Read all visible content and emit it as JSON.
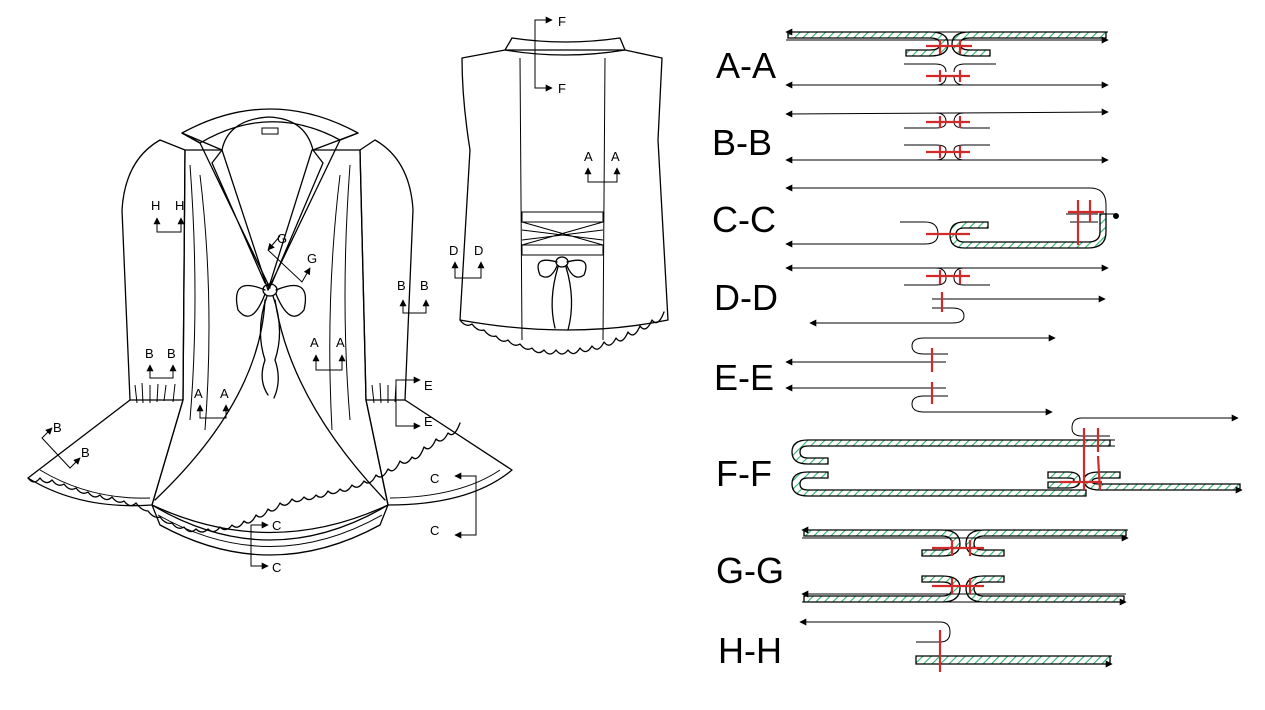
{
  "section_titles": [
    "A-A",
    "B-B",
    "C-C",
    "D-D",
    "E-E",
    "F-F",
    "G-G",
    "H-H"
  ],
  "front_markers": {
    "h_left": "H",
    "h_right": "H",
    "g_upper": "G",
    "g_lower": "G",
    "a_mid_left": "A",
    "a_mid_right": "A",
    "a_low_left": "A",
    "a_low_right": "A",
    "b_sleeve_left": "B",
    "b_sleeve_right": "B",
    "b_upper_left": "B",
    "b_upper_right": "B",
    "b_ruffle_upper": "B",
    "b_ruffle_lower": "B",
    "e_upper": "E",
    "e_lower": "E",
    "c_right_upper": "C",
    "c_right_lower": "C",
    "c_bottom_upper": "C",
    "c_bottom_lower": "C"
  },
  "back_markers": {
    "f_upper": "F",
    "f_lower": "F",
    "a_left": "A",
    "a_right": "A",
    "d_left": "D",
    "d_right": "D"
  },
  "colors": {
    "line": "#000000",
    "fabric_hatch": "#2fb36b",
    "stitch": "#d12a2a",
    "background": "#ffffff"
  }
}
